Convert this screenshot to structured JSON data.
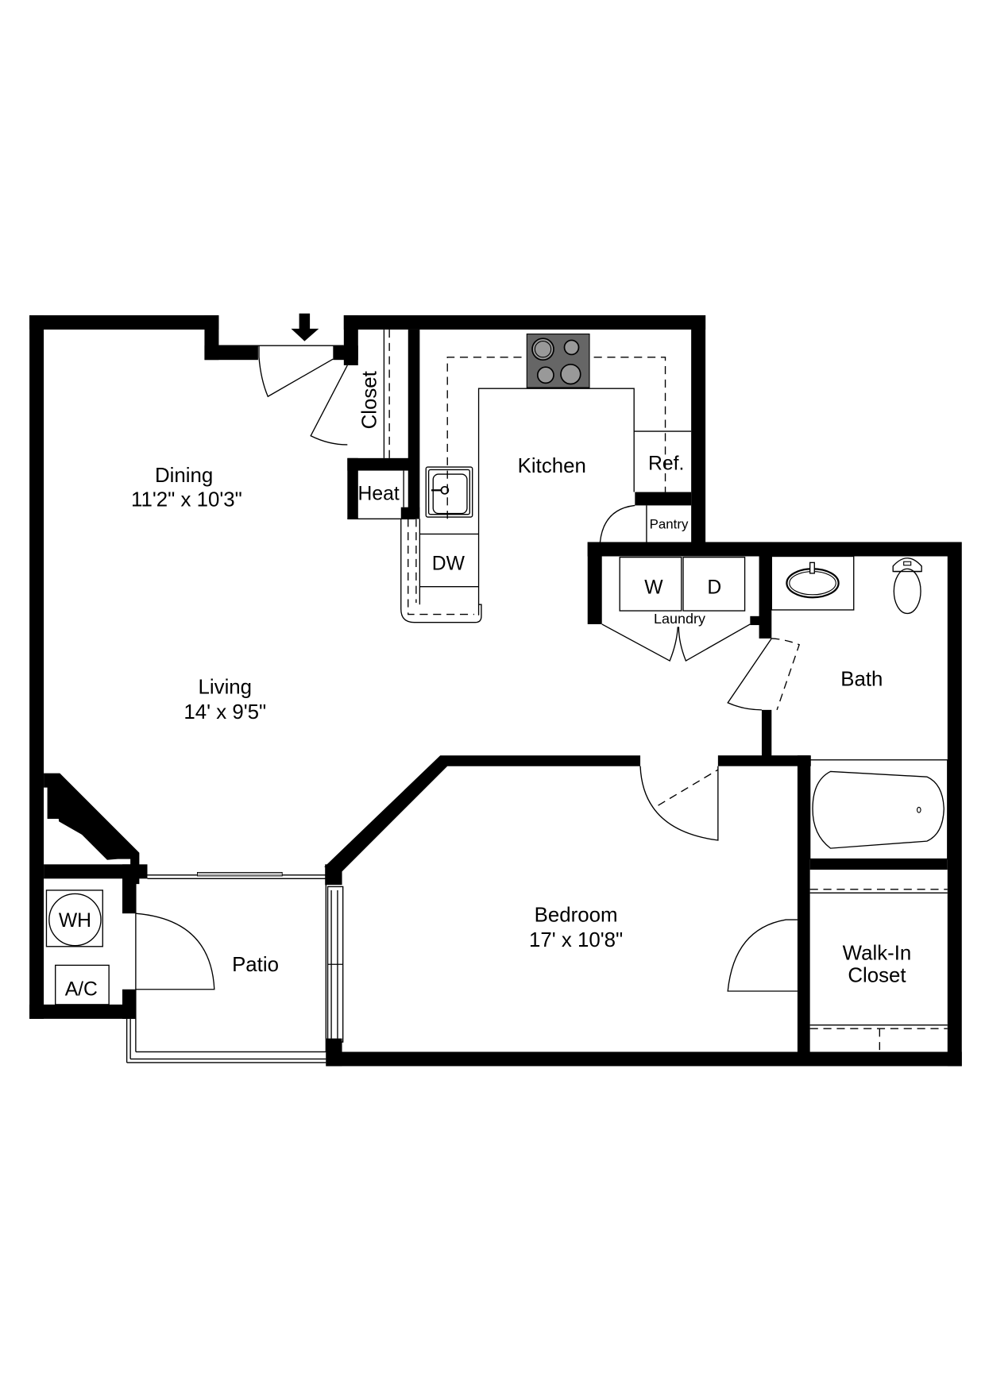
{
  "plan": {
    "type": "apartment floor plan",
    "bedrooms": 1,
    "bathrooms": 1
  },
  "rooms": {
    "dining": {
      "name": "Dining",
      "dims": "11'2\" x 10'3\""
    },
    "living": {
      "name": "Living",
      "dims": "14' x 9'5\""
    },
    "kitchen": {
      "name": "Kitchen"
    },
    "bedroom": {
      "name": "Bedroom",
      "dims": "17' x 10'8\""
    },
    "bath": {
      "name": "Bath"
    },
    "walkin": {
      "name_line1": "Walk-In",
      "name_line2": "Closet"
    },
    "patio": {
      "name": "Patio"
    },
    "closet": {
      "name": "Closet"
    },
    "laundry": {
      "name": "Laundry"
    },
    "pantry": {
      "name": "Pantry"
    }
  },
  "fixtures": {
    "heat": "Heat",
    "dishwasher": "DW",
    "refrigerator": "Ref.",
    "washer": "W",
    "dryer": "D",
    "water_heater": "WH",
    "ac": "A/C"
  },
  "colors": {
    "wall": "#000000",
    "stove": "#666666",
    "burner": "#999999",
    "background": "#ffffff"
  }
}
